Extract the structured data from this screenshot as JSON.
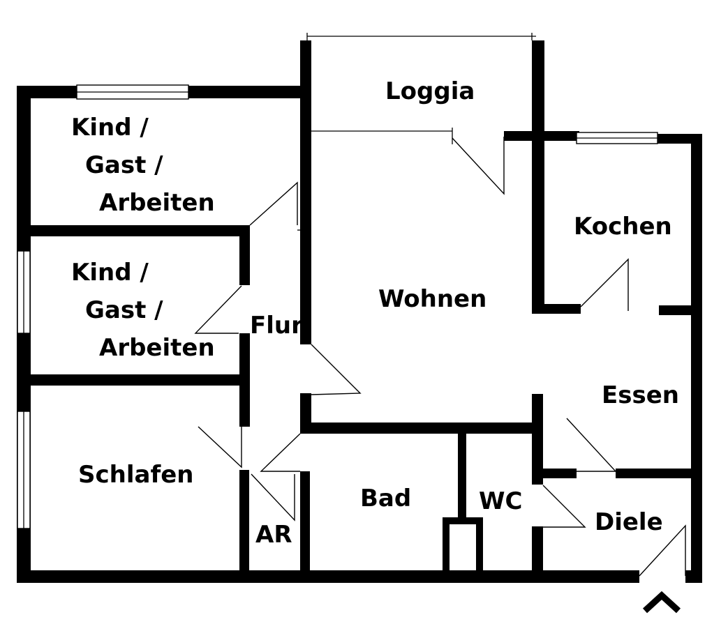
{
  "rooms": {
    "kind1": [
      "Kind /",
      "Gast /",
      "Arbeiten"
    ],
    "kind2": [
      "Kind /",
      "Gast /",
      "Arbeiten"
    ],
    "loggia": "Loggia",
    "kochen": "Kochen",
    "wohnen": "Wohnen",
    "flur": "Flur",
    "essen": "Essen",
    "schlafen": "Schlafen",
    "bad": "Bad",
    "wc": "WC",
    "diele": "Diele",
    "ar": "AR"
  },
  "colors": {
    "wall": "#000000",
    "background": "#ffffff"
  },
  "icons": {
    "entrance": "caret-up-icon"
  }
}
